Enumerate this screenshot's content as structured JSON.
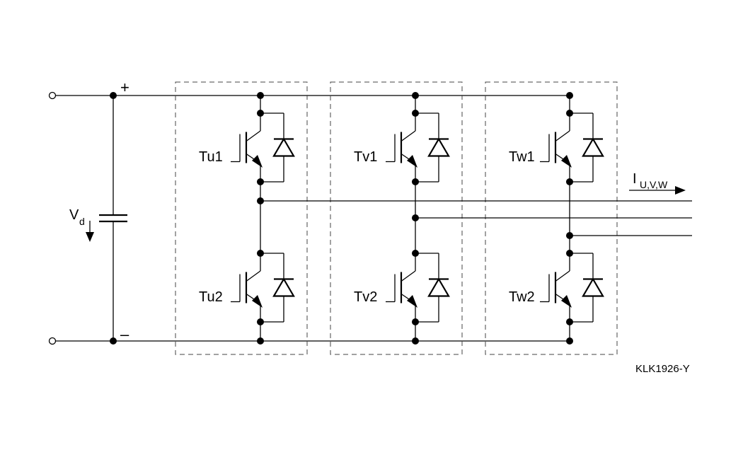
{
  "supply": {
    "plus": "+",
    "minus": "–",
    "voltage_main": "V",
    "voltage_sub": "d"
  },
  "output_current": {
    "main": "I",
    "sub": "U,V,W"
  },
  "transistors": {
    "tu1": "Tu1",
    "tu2": "Tu2",
    "tv1": "Tv1",
    "tv2": "Tv2",
    "tw1": "Tw1",
    "tw2": "Tw2"
  },
  "reference": "KLK1926-Y"
}
